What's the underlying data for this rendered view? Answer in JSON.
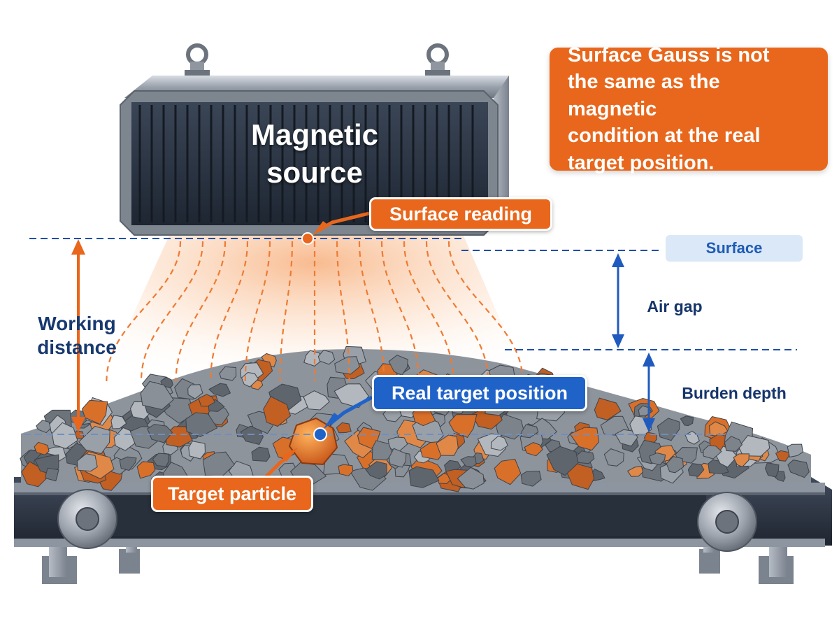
{
  "magnet": {
    "title": "Magnetic\nsource"
  },
  "callout": {
    "text": "Surface Gauss is not\nthe same as the magnetic\ncondition at the real\ntarget position."
  },
  "labels": {
    "surface_reading": "Surface reading",
    "real_target": "Real target position",
    "target_particle": "Target particle",
    "surface": "Surface",
    "air_gap": "Air gap",
    "burden_depth": "Burden depth",
    "working_distance": "Working\ndistance"
  },
  "colors": {
    "accent_orange": "#e8671c",
    "accent_blue": "#1f63c9",
    "dark_navy": "#17396f",
    "surface_tag_bg": "#dbe8f8",
    "magnet_body": "#2b3442",
    "belt": "#2e3544"
  },
  "icons": {
    "magnet": "magnet-block-icon",
    "arrow": "pointer-arrow-icon",
    "dimension": "double-arrow-icon"
  }
}
